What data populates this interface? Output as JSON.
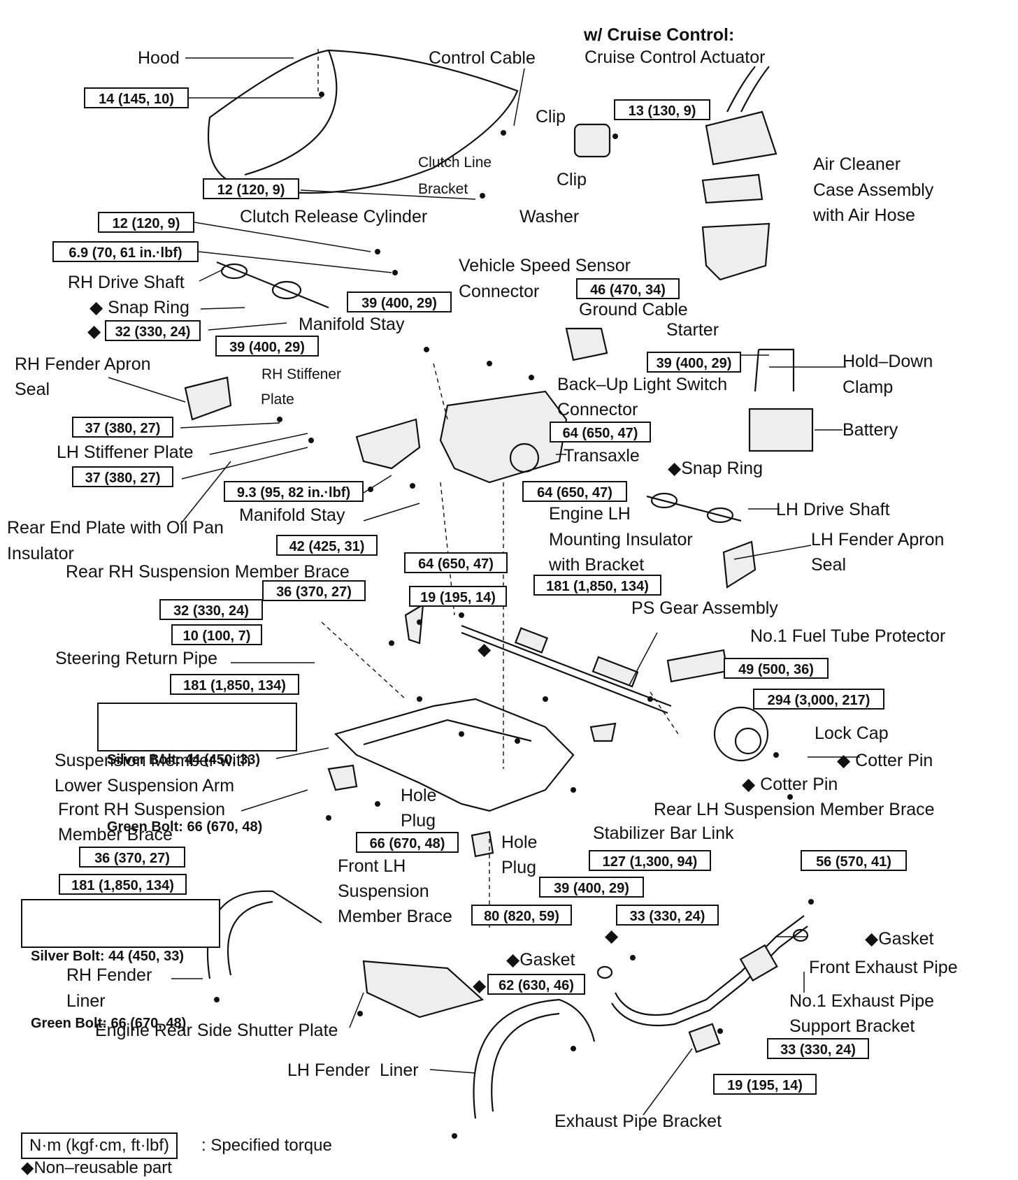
{
  "header": {
    "cruise_title": "w/ Cruise Control:",
    "cruise_actuator": "Cruise Control Actuator"
  },
  "labels": {
    "hood": "Hood",
    "control_cable": "Control Cable",
    "clip_1": "Clip",
    "clip_2": "Clip",
    "clutch_line_bracket_1": "Clutch Line",
    "clutch_line_bracket_2": "Bracket",
    "washer": "Washer",
    "clutch_release_cylinder": "Clutch Release Cylinder",
    "air_cleaner_1": "Air Cleaner",
    "air_cleaner_2": "Case Assembly",
    "air_cleaner_3": "with Air Hose",
    "vehicle_speed_sensor": "Vehicle Speed Sensor",
    "connector_1": "Connector",
    "rh_drive_shaft": "RH Drive Shaft",
    "snap_ring_rh": "◆ Snap Ring",
    "manifold_stay_upper": "Manifold Stay",
    "ground_cable": "Ground Cable",
    "starter": "Starter",
    "rh_fender_apron_1": "RH Fender Apron",
    "rh_fender_apron_2": "Seal",
    "rh_stiffener": "RH Stiffener",
    "plate": "Plate",
    "hold_down_1": "Hold–Down",
    "hold_down_2": "Clamp",
    "back_up_light": "Back–Up Light Switch",
    "connector_2": "Connector",
    "battery": "Battery",
    "lh_stiffener": "LH Stiffener Plate",
    "transaxle": "Transaxle",
    "snap_ring_lh": "◆Snap Ring",
    "lh_drive_shaft": "LH Drive Shaft",
    "rear_end_plate_1": "Rear End Plate with Oil Pan",
    "rear_end_plate_2": "Insulator",
    "manifold_stay_lower": "Manifold Stay",
    "engine_lh_1": "Engine LH",
    "engine_lh_2": "Mounting Insulator",
    "engine_lh_3": "with Bracket",
    "lh_fender_apron_1": "LH Fender Apron",
    "lh_fender_apron_2": "Seal",
    "rear_rh_brace": "Rear RH Suspension Member Brace",
    "ps_gear": "PS Gear Assembly",
    "fuel_tube": "No.1 Fuel Tube Protector",
    "steering_return": "Steering Return Pipe",
    "lock_cap": "Lock Cap",
    "cotter_pin_1": "◆ Cotter Pin",
    "cotter_pin_2": "◆ Cotter Pin",
    "susp_member_1": "Suspension Member with",
    "susp_member_2": "Lower Suspension Arm",
    "front_rh_brace_1": "Front RH Suspension",
    "front_rh_brace_2": "Member Brace",
    "hole_plug_1a": "Hole",
    "hole_plug_1b": "Plug",
    "rear_lh_brace": "Rear LH Suspension Member Brace",
    "hole_plug_2a": "Hole",
    "hole_plug_2b": "Plug",
    "stabilizer": "Stabilizer Bar Link",
    "front_lh_brace_1": "Front LH",
    "front_lh_brace_2": "Suspension",
    "front_lh_brace_3": "Member Brace",
    "gasket_1": "◆Gasket",
    "gasket_2": "◆Gasket",
    "front_exhaust": "Front Exhaust Pipe",
    "rh_fender_liner_1": "RH Fender",
    "rh_fender_liner_2": "Liner",
    "no1_exhaust_1": "No.1 Exhaust Pipe",
    "no1_exhaust_2": "Support Bracket",
    "engine_rear_shutter": "Engine Rear Side Shutter Plate",
    "lh_fender_liner": "LH Fender  Liner",
    "exhaust_bracket": "Exhaust Pipe Bracket",
    "diamond_1": "◆",
    "diamond_2": "◆",
    "diamond_3": "◆",
    "diamond_4": "◆"
  },
  "torques": {
    "t_14": "14 (145, 10)",
    "t_13": "13 (130, 9)",
    "t_12a": "12 (120, 9)",
    "t_12b": "12 (120, 9)",
    "t_69": "6.9 (70, 61 in.·lbf)",
    "t_46": "46 (470, 34)",
    "t_39a": "39 (400, 29)",
    "t_32a": "32 (330, 24)",
    "t_39b": "39 (400, 29)",
    "t_39c": "39 (400, 29)",
    "t_37a": "37 (380, 27)",
    "t_64a": "64 (650, 47)",
    "t_37b": "37 (380, 27)",
    "t_93": "9.3 (95, 82 in.·lbf)",
    "t_64b": "64 (650, 47)",
    "t_42": "42 (425, 31)",
    "t_64c": "64 (650, 47)",
    "t_36a": "36 (370, 27)",
    "t_19a": "19 (195, 14)",
    "t_181a": "181 (1,850, 134)",
    "t_32b": "32 (330, 24)",
    "t_10": "10 (100, 7)",
    "t_49": "49 (500, 36)",
    "t_181b": "181 (1,850, 134)",
    "t_294": "294 (3,000, 217)",
    "t_66": "66 (670, 48)",
    "t_127": "127 (1,300, 94)",
    "t_36b": "36 (370, 27)",
    "t_181c": "181 (1,850, 134)",
    "t_39d": "39 (400, 29)",
    "t_56": "56 (570, 41)",
    "t_80": "80 (820, 59)",
    "t_33a": "33 (330, 24)",
    "t_62": "62 (630, 46)",
    "t_33b": "33 (330, 24)",
    "t_19b": "19 (195, 14)",
    "silver_1": "Silver Bolt: 44 (450, 33)",
    "green_1": "Green Bolt: 66 (670, 48)",
    "silver_2": "Silver Bolt: 44 (450, 33)",
    "green_2": "Green Bolt: 66 (670, 48)"
  },
  "legend": {
    "unit_box": "N·m (kgf·cm, ft·lbf)",
    "specified": ": Specified torque",
    "non_reusable": "◆Non–reusable part"
  }
}
